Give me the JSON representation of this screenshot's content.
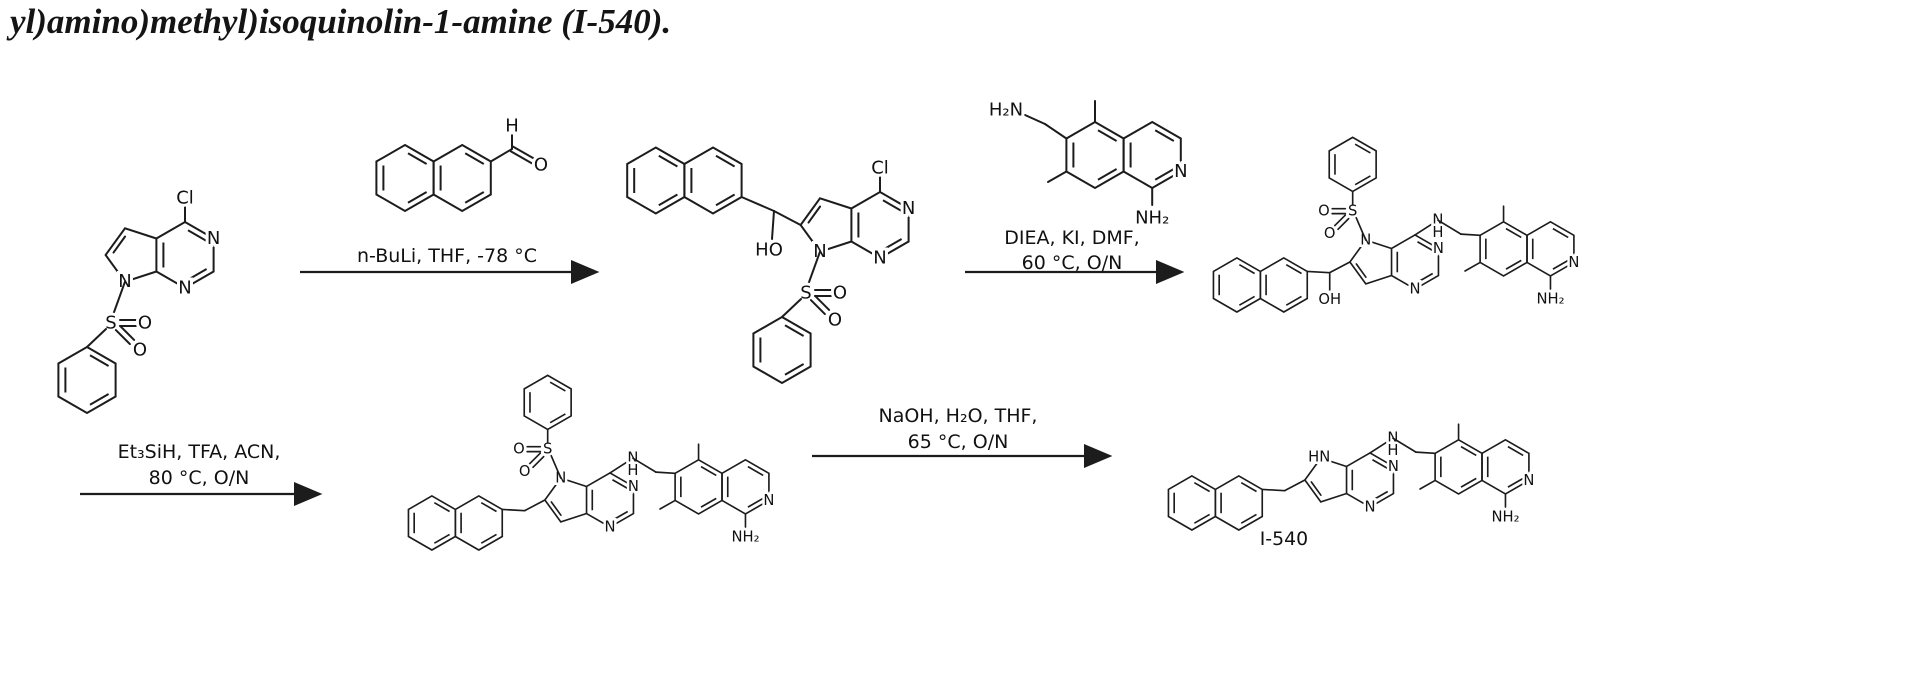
{
  "title": "yl)amino)methyl)isoquinolin-1-amine (I-540).",
  "steps": {
    "step1": {
      "conditions_line1": "n-BuLi, THF,  -78 °C"
    },
    "step2": {
      "conditions_line1": "DIEA, KI, DMF,",
      "conditions_line2": "60 °C, O/N"
    },
    "step3": {
      "conditions_line1": "Et₃SiH, TFA, ACN,",
      "conditions_line2": "80 °C, O/N"
    },
    "step4": {
      "conditions_line1": "NaOH, H₂O, THF,",
      "conditions_line2": "65 °C, O/N"
    }
  },
  "atom_labels": {
    "cl": "Cl",
    "n": "N",
    "h": "H",
    "o": "O",
    "s": "S",
    "ho": "HO",
    "oh": "OH",
    "nh2": "NH₂",
    "h2n": "H₂N",
    "hn": "HN"
  },
  "final_product_label": "I-540"
}
